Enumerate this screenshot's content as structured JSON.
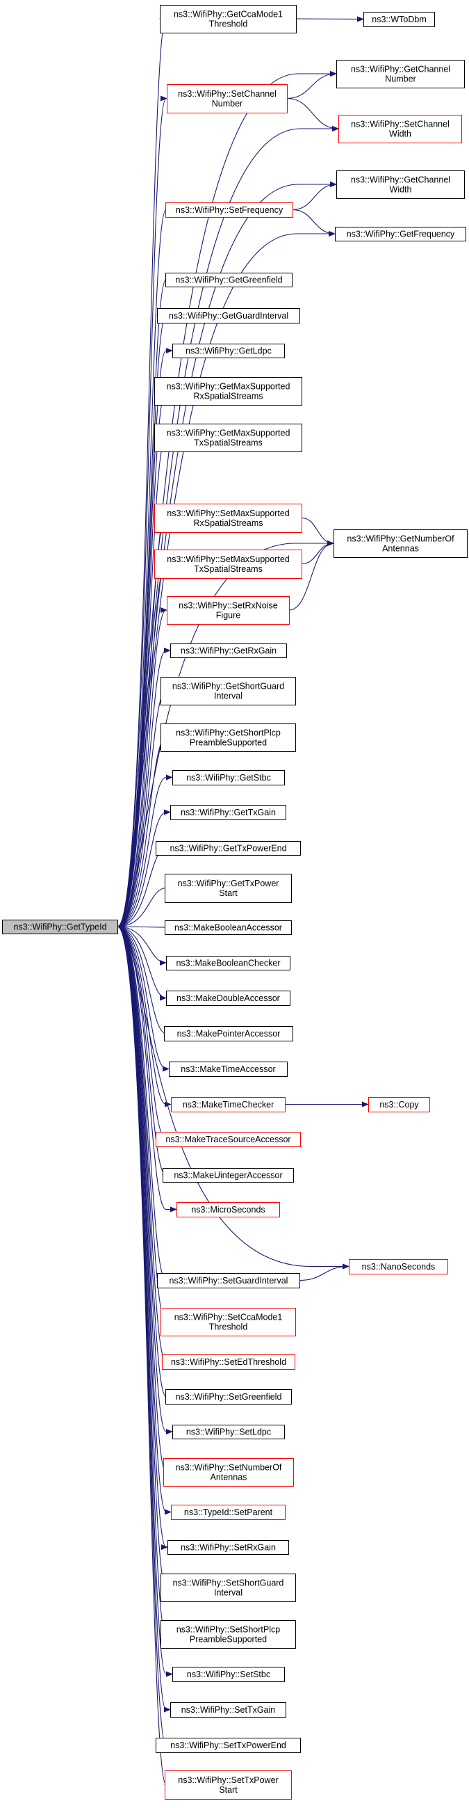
{
  "diagram": {
    "root": {
      "id": "root",
      "lines": [
        "ns3::WifiPhy::GetTypeId"
      ],
      "status": "root"
    },
    "colors": {
      "edge": "#191970",
      "border_normal": "#000000",
      "border_truncated": "#ff0000",
      "root_fill": "#bfbfbf",
      "node_fill": "#ffffff",
      "text": "#000000"
    },
    "nodes": [
      {
        "id": "n1",
        "lines": [
          "ns3::WifiPhy::GetCcaMode1",
          "Threshold"
        ],
        "status": "normal"
      },
      {
        "id": "n2",
        "lines": [
          "ns3::WToDbm"
        ],
        "status": "normal"
      },
      {
        "id": "n3",
        "lines": [
          "ns3::WifiPhy::GetChannel",
          "Number"
        ],
        "status": "normal"
      },
      {
        "id": "n4",
        "lines": [
          "ns3::WifiPhy::SetChannel",
          "Number"
        ],
        "status": "truncated"
      },
      {
        "id": "n5",
        "lines": [
          "ns3::WifiPhy::SetChannel",
          "Width"
        ],
        "status": "truncated"
      },
      {
        "id": "n6",
        "lines": [
          "ns3::WifiPhy::GetChannel",
          "Width"
        ],
        "status": "normal"
      },
      {
        "id": "n7",
        "lines": [
          "ns3::WifiPhy::SetFrequency"
        ],
        "status": "truncated"
      },
      {
        "id": "n8",
        "lines": [
          "ns3::WifiPhy::GetFrequency"
        ],
        "status": "normal"
      },
      {
        "id": "n9",
        "lines": [
          "ns3::WifiPhy::GetGreenfield"
        ],
        "status": "normal"
      },
      {
        "id": "n10",
        "lines": [
          "ns3::WifiPhy::GetGuardInterval"
        ],
        "status": "normal"
      },
      {
        "id": "n11",
        "lines": [
          "ns3::WifiPhy::GetLdpc"
        ],
        "status": "normal"
      },
      {
        "id": "n12",
        "lines": [
          "ns3::WifiPhy::GetMaxSupported",
          "RxSpatialStreams"
        ],
        "status": "normal"
      },
      {
        "id": "n13",
        "lines": [
          "ns3::WifiPhy::GetMaxSupported",
          "TxSpatialStreams"
        ],
        "status": "normal"
      },
      {
        "id": "n14",
        "lines": [
          "ns3::WifiPhy::SetMaxSupported",
          "RxSpatialStreams"
        ],
        "status": "truncated"
      },
      {
        "id": "n15",
        "lines": [
          "ns3::WifiPhy::GetNumberOf",
          "Antennas"
        ],
        "status": "normal"
      },
      {
        "id": "n16",
        "lines": [
          "ns3::WifiPhy::SetMaxSupported",
          "TxSpatialStreams"
        ],
        "status": "truncated"
      },
      {
        "id": "n17",
        "lines": [
          "ns3::WifiPhy::SetRxNoise",
          "Figure"
        ],
        "status": "truncated"
      },
      {
        "id": "n18",
        "lines": [
          "ns3::WifiPhy::GetRxGain"
        ],
        "status": "normal"
      },
      {
        "id": "n19",
        "lines": [
          "ns3::WifiPhy::GetShortGuard",
          "Interval"
        ],
        "status": "normal"
      },
      {
        "id": "n20",
        "lines": [
          "ns3::WifiPhy::GetShortPlcp",
          "PreambleSupported"
        ],
        "status": "normal"
      },
      {
        "id": "n21",
        "lines": [
          "ns3::WifiPhy::GetStbc"
        ],
        "status": "normal"
      },
      {
        "id": "n22",
        "lines": [
          "ns3::WifiPhy::GetTxGain"
        ],
        "status": "normal"
      },
      {
        "id": "n23",
        "lines": [
          "ns3::WifiPhy::GetTxPowerEnd"
        ],
        "status": "normal"
      },
      {
        "id": "n24",
        "lines": [
          "ns3::WifiPhy::GetTxPower",
          "Start"
        ],
        "status": "normal"
      },
      {
        "id": "n25",
        "lines": [
          "ns3::MakeBooleanAccessor"
        ],
        "status": "normal"
      },
      {
        "id": "n26",
        "lines": [
          "ns3::MakeBooleanChecker"
        ],
        "status": "normal"
      },
      {
        "id": "n27",
        "lines": [
          "ns3::MakeDoubleAccessor"
        ],
        "status": "normal"
      },
      {
        "id": "n28",
        "lines": [
          "ns3::MakePointerAccessor"
        ],
        "status": "normal"
      },
      {
        "id": "n29",
        "lines": [
          "ns3::MakeTimeAccessor"
        ],
        "status": "normal"
      },
      {
        "id": "n30",
        "lines": [
          "ns3::MakeTimeChecker"
        ],
        "status": "truncated"
      },
      {
        "id": "n31",
        "lines": [
          "ns3::Copy"
        ],
        "status": "truncated"
      },
      {
        "id": "n32",
        "lines": [
          "ns3::MakeTraceSourceAccessor"
        ],
        "status": "truncated"
      },
      {
        "id": "n33",
        "lines": [
          "ns3::MakeUintegerAccessor"
        ],
        "status": "normal"
      },
      {
        "id": "n34",
        "lines": [
          "ns3::MicroSeconds"
        ],
        "status": "truncated"
      },
      {
        "id": "n35",
        "lines": [
          "ns3::NanoSeconds"
        ],
        "status": "truncated"
      },
      {
        "id": "n36",
        "lines": [
          "ns3::WifiPhy::SetGuardInterval"
        ],
        "status": "normal"
      },
      {
        "id": "n37",
        "lines": [
          "ns3::WifiPhy::SetCcaMode1",
          "Threshold"
        ],
        "status": "truncated"
      },
      {
        "id": "n38",
        "lines": [
          "ns3::WifiPhy::SetEdThreshold"
        ],
        "status": "truncated"
      },
      {
        "id": "n39",
        "lines": [
          "ns3::WifiPhy::SetGreenfield"
        ],
        "status": "normal"
      },
      {
        "id": "n40",
        "lines": [
          "ns3::WifiPhy::SetLdpc"
        ],
        "status": "normal"
      },
      {
        "id": "n41",
        "lines": [
          "ns3::WifiPhy::SetNumberOf",
          "Antennas"
        ],
        "status": "truncated"
      },
      {
        "id": "n42",
        "lines": [
          "ns3::TypeId::SetParent"
        ],
        "status": "truncated"
      },
      {
        "id": "n43",
        "lines": [
          "ns3::WifiPhy::SetRxGain"
        ],
        "status": "normal"
      },
      {
        "id": "n44",
        "lines": [
          "ns3::WifiPhy::SetShortGuard",
          "Interval"
        ],
        "status": "normal"
      },
      {
        "id": "n45",
        "lines": [
          "ns3::WifiPhy::SetShortPlcp",
          "PreambleSupported"
        ],
        "status": "normal"
      },
      {
        "id": "n46",
        "lines": [
          "ns3::WifiPhy::SetStbc"
        ],
        "status": "normal"
      },
      {
        "id": "n47",
        "lines": [
          "ns3::WifiPhy::SetTxGain"
        ],
        "status": "normal"
      },
      {
        "id": "n48",
        "lines": [
          "ns3::WifiPhy::SetTxPowerEnd"
        ],
        "status": "normal"
      },
      {
        "id": "n49",
        "lines": [
          "ns3::WifiPhy::SetTxPower",
          "Start"
        ],
        "status": "truncated"
      }
    ],
    "edges": [
      [
        "root",
        "n1"
      ],
      [
        "root",
        "n3"
      ],
      [
        "root",
        "n4"
      ],
      [
        "root",
        "n5"
      ],
      [
        "root",
        "n6"
      ],
      [
        "root",
        "n7"
      ],
      [
        "root",
        "n8"
      ],
      [
        "root",
        "n9"
      ],
      [
        "root",
        "n10"
      ],
      [
        "root",
        "n11"
      ],
      [
        "root",
        "n12"
      ],
      [
        "root",
        "n13"
      ],
      [
        "root",
        "n14"
      ],
      [
        "root",
        "n15"
      ],
      [
        "root",
        "n16"
      ],
      [
        "root",
        "n17"
      ],
      [
        "root",
        "n18"
      ],
      [
        "root",
        "n19"
      ],
      [
        "root",
        "n20"
      ],
      [
        "root",
        "n21"
      ],
      [
        "root",
        "n22"
      ],
      [
        "root",
        "n23"
      ],
      [
        "root",
        "n24"
      ],
      [
        "root",
        "n25"
      ],
      [
        "root",
        "n26"
      ],
      [
        "root",
        "n27"
      ],
      [
        "root",
        "n28"
      ],
      [
        "root",
        "n29"
      ],
      [
        "root",
        "n30"
      ],
      [
        "root",
        "n32"
      ],
      [
        "root",
        "n33"
      ],
      [
        "root",
        "n34"
      ],
      [
        "root",
        "n35"
      ],
      [
        "root",
        "n36"
      ],
      [
        "root",
        "n37"
      ],
      [
        "root",
        "n38"
      ],
      [
        "root",
        "n39"
      ],
      [
        "root",
        "n40"
      ],
      [
        "root",
        "n41"
      ],
      [
        "root",
        "n42"
      ],
      [
        "root",
        "n43"
      ],
      [
        "root",
        "n44"
      ],
      [
        "root",
        "n45"
      ],
      [
        "root",
        "n46"
      ],
      [
        "root",
        "n47"
      ],
      [
        "root",
        "n48"
      ],
      [
        "root",
        "n49"
      ],
      [
        "n1",
        "n2"
      ],
      [
        "n4",
        "n3"
      ],
      [
        "n4",
        "n5"
      ],
      [
        "n7",
        "n6"
      ],
      [
        "n7",
        "n8"
      ],
      [
        "n14",
        "n15"
      ],
      [
        "n16",
        "n15"
      ],
      [
        "n17",
        "n15"
      ],
      [
        "n30",
        "n31"
      ],
      [
        "n36",
        "n35"
      ]
    ]
  }
}
